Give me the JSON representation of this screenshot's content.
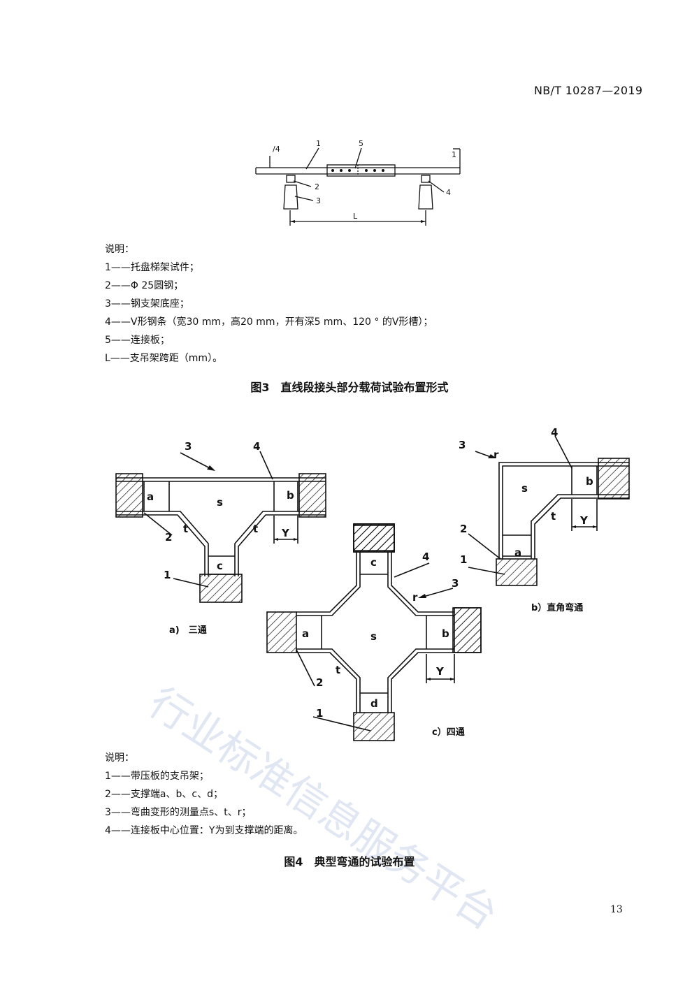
{
  "header": {
    "standard_number": "NB/T 10287—2019"
  },
  "figure3": {
    "labels": {
      "l1": "1",
      "l2": "2",
      "l3": "3",
      "l4": "4",
      "l5": "5",
      "l4top": "/4",
      "span": "L",
      "mark_right": "1"
    },
    "legend_title": "说明：",
    "legend": [
      "1——托盘梯架试件；",
      "2——Φ 25圆钢；",
      "3——钢支架底座；",
      "4——V形钢条（宽30 mm，高20 mm，开有深5 mm、120 ° 的V形槽）；",
      "5——连接板；",
      "L——支吊架跨距（mm）。"
    ],
    "caption": "图3　直线段接头部分载荷试验布置形式"
  },
  "figure4": {
    "tee": {
      "a": "a",
      "b": "b",
      "c": "c",
      "s": "s",
      "t1": "t",
      "t2": "t",
      "n1": "1",
      "n2": "2",
      "n3": "3",
      "n4": "4",
      "y": "Y",
      "caption": "a)　三通"
    },
    "elbow": {
      "a": "a",
      "b": "b",
      "s": "s",
      "t": "t",
      "r": "r",
      "n1": "1",
      "n2": "2",
      "n3": "3",
      "n4": "4",
      "y": "Y",
      "caption": "b）直角弯通"
    },
    "cross": {
      "a": "a",
      "b": "b",
      "c": "c",
      "d": "d",
      "s": "s",
      "t": "t",
      "r": "r",
      "n1": "1",
      "n2": "2",
      "n3": "3",
      "n4": "4",
      "y": "Y",
      "caption": "c）四通"
    },
    "legend_title": "说明：",
    "legend": [
      "1——带压板的支吊架；",
      "2——支撑端a、b、c、d；",
      "3——弯曲变形的测量点s、t、r；",
      "4——连接板中心位置：Y为到支撑端的距离。"
    ],
    "caption": "图4　典型弯通的试验布置"
  },
  "watermark": "行业标准信息服务平台",
  "page_number": "13"
}
